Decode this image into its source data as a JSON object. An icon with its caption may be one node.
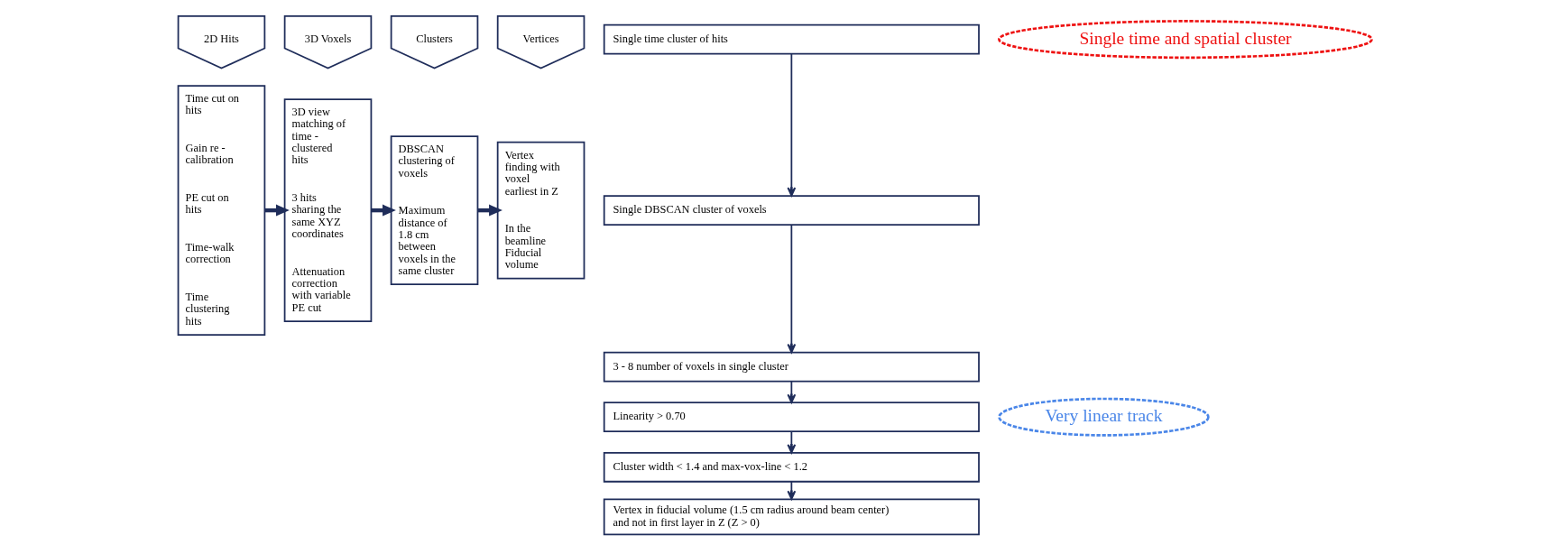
{
  "diagram": {
    "nodes": [
      {
        "text": [
          "2D Hits"
        ]
      },
      {
        "text": [
          "Time cut on hits",
          "Gain re - calibration",
          "PE cut on hits",
          "Time-walk correction",
          "Time clustering hits"
        ]
      },
      {
        "text": [
          "3D Voxels"
        ]
      },
      {
        "text": [
          "3D view matching of time - clustered hits",
          "3 hits sharing the same XYZ coordinates",
          "Attenuation correction with variable PE cut"
        ]
      },
      {
        "text": [
          "Clusters"
        ]
      },
      {
        "text": [
          "DBSCAN clustering of voxels",
          "Maximum distance of 1.8 cm between voxels in the same cluster"
        ]
      },
      {
        "text": [
          "Vertices"
        ]
      },
      {
        "text": [
          "Vertex finding with voxel earliest in Z",
          "In the beamline Fiducial volume"
        ]
      },
      {
        "text": [
          "Single time cluster of hits"
        ]
      },
      {
        "text": [
          "Single DBSCAN cluster of voxels"
        ]
      },
      {
        "text": [
          "3 - 8 number of voxels in single cluster"
        ]
      },
      {
        "text": [
          "Linearity > 0.70"
        ]
      },
      {
        "text": [
          "Cluster width < 1.4 and max-vox-line < 1.2"
        ]
      },
      {
        "text": [
          "Vertex in fiducial volume (1.5 cm radius around beam center) and not in first layer in Z (Z > 0)"
        ]
      },
      {
        "text": [
          "Single time and spatial cluster"
        ]
      },
      {
        "text": [
          "Very linear track"
        ]
      }
    ],
    "edges": [
      {
        "from": 1,
        "to": 3,
        "arrow": "to",
        "style": "thick"
      },
      {
        "from": 3,
        "to": 5,
        "arrow": "to",
        "style": "thick"
      },
      {
        "from": 5,
        "to": 7,
        "arrow": "to",
        "style": "thick"
      },
      {
        "from": 8,
        "to": 9,
        "arrow": "to"
      },
      {
        "from": 9,
        "to": 10,
        "arrow": "to"
      },
      {
        "from": 10,
        "to": 11,
        "arrow": "to"
      },
      {
        "from": 11,
        "to": 12,
        "arrow": "to"
      },
      {
        "from": 12,
        "to": 13,
        "arrow": "to"
      }
    ]
  }
}
